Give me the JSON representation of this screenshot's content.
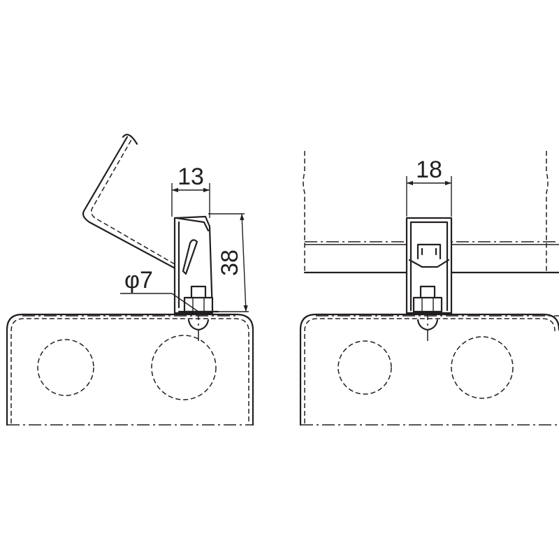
{
  "left_view": {
    "width_dim": "13",
    "height_dim": "38",
    "hole_dim": "φ7"
  },
  "right_view": {
    "width_dim": "18"
  },
  "colors": {
    "line": "#231f20",
    "background": "#ffffff"
  }
}
